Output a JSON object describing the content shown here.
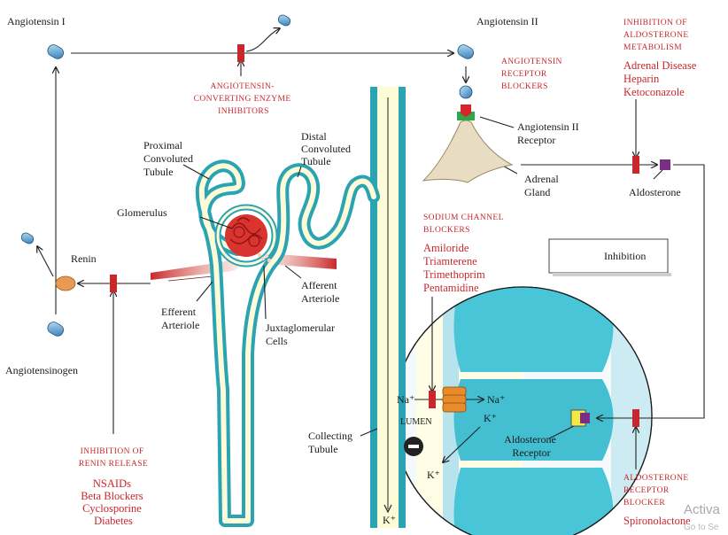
{
  "colors": {
    "red": "#c8282d",
    "nephron_outer": "#2aa3b2",
    "nephron_inner": "#fdfbd8",
    "cell": "#48c5d6",
    "purple": "#7b2e83"
  },
  "labels": {
    "angiotensin_i": "Angiotensin I",
    "angiotensin_ii": "Angiotensin II",
    "angiotensinogen": "Angiotensinogen",
    "renin": "Renin",
    "ace_inhibitors": [
      "ANGIOTENSIN-",
      "CONVERTING ENZYME",
      "INHIBITORS"
    ],
    "receptor_blockers": [
      "ANGIOTENSIN",
      "RECEPTOR",
      "BLOCKERS"
    ],
    "aldo_metab_header": [
      "INHIBITION OF",
      "ALDOSTERONE",
      "METABOLISM"
    ],
    "aldo_metab_drugs": [
      "Adrenal Disease",
      "Heparin",
      "Ketoconazole"
    ],
    "ang_ii_receptor": [
      "Angiotensin II",
      "Receptor"
    ],
    "adrenal_gland": [
      "Adrenal",
      "Gland"
    ],
    "aldosterone": "Aldosterone",
    "proximal_tubule": [
      "Proximal",
      "Convoluted",
      "Tubule"
    ],
    "distal_tubule": [
      "Distal",
      "Convoluted",
      "Tubule"
    ],
    "glomerulus": "Glomerulus",
    "afferent_arteriole": [
      "Afferent",
      "Arteriole"
    ],
    "efferent_arteriole": [
      "Efferent",
      "Arteriole"
    ],
    "juxtaglomerular": [
      "Juxtaglomerular",
      "Cells"
    ],
    "sodium_blockers_header": [
      "SODIUM CHANNEL",
      "BLOCKERS"
    ],
    "sodium_blockers_drugs": [
      "Amiloride",
      "Triamterene",
      "Trimethoprim",
      "Pentamidine"
    ],
    "legend_inhibition": "Inhibition",
    "renin_release_header": [
      "INHIBITION OF",
      "RENIN RELEASE"
    ],
    "renin_release_drugs": [
      "NSAIDs",
      "Beta Blockers",
      "Cyclosporine",
      "Diabetes"
    ],
    "collecting_tubule": [
      "Collecting",
      "Tubule"
    ],
    "na_lumen": "Na⁺",
    "na_cell": "Na⁺",
    "lumen": "LUMEN",
    "k_cell": "K⁺",
    "k_lumen": "K⁺",
    "k_bottom": "K⁺",
    "aldo_receptor": [
      "Aldosterone",
      "Receptor"
    ],
    "aldo_receptor_blocker_header": [
      "ALDOSTERONE",
      "RECEPTOR",
      "BLOCKER"
    ],
    "aldo_receptor_blocker_drug": "Spironolactone"
  },
  "watermark": {
    "line1": "Activa",
    "line2": "Go to Se"
  }
}
